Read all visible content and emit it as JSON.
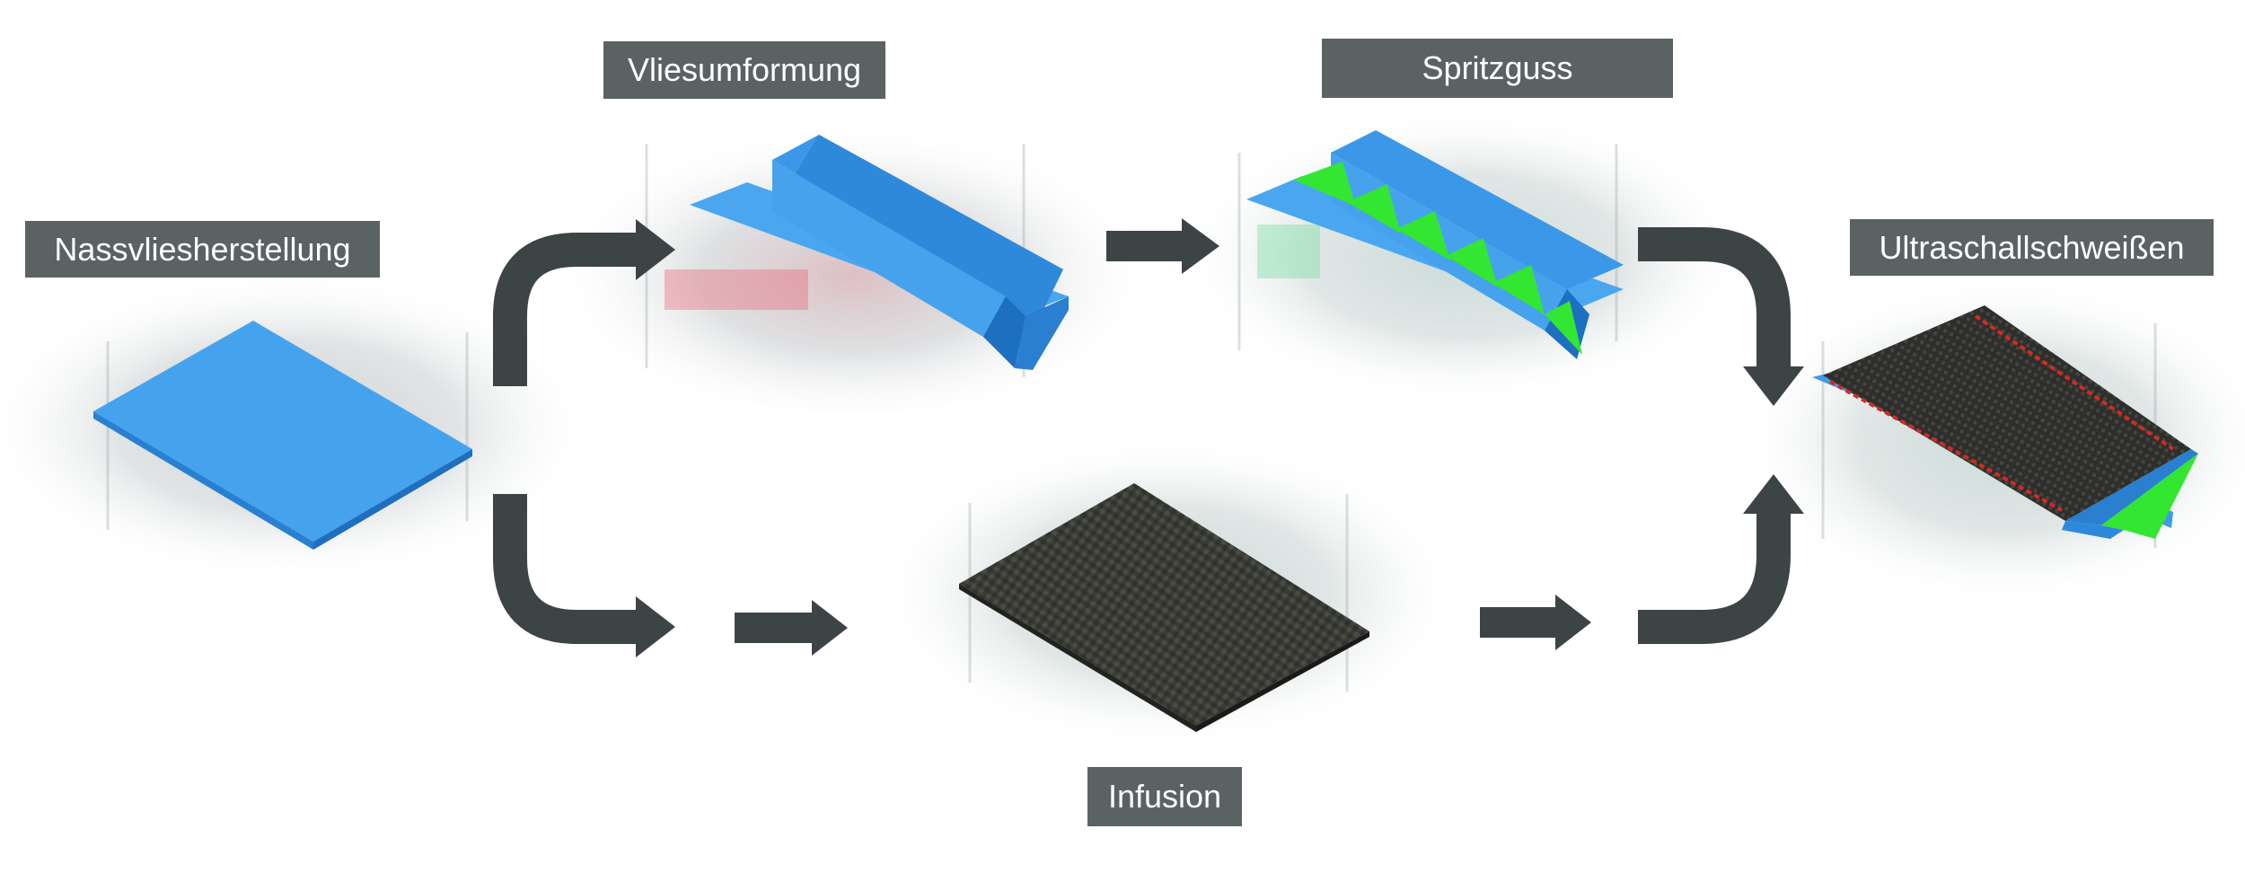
{
  "steps": {
    "nassvlies": "Nassvliesherstellung",
    "vliesumformung": "Vliesumformung",
    "spritzguss": "Spritzguss",
    "ultraschall": "Ultraschallschweißen",
    "infusion": "Infusion"
  },
  "colors": {
    "label_bg": "#5b6264",
    "label_text": "#ffffff",
    "arrow": "#3d4446",
    "nonwoven_blue": "#3d9be9",
    "rib_green": "#33e632",
    "carbon_dark": "#3a3c36",
    "weld_red": "#d42a24"
  }
}
